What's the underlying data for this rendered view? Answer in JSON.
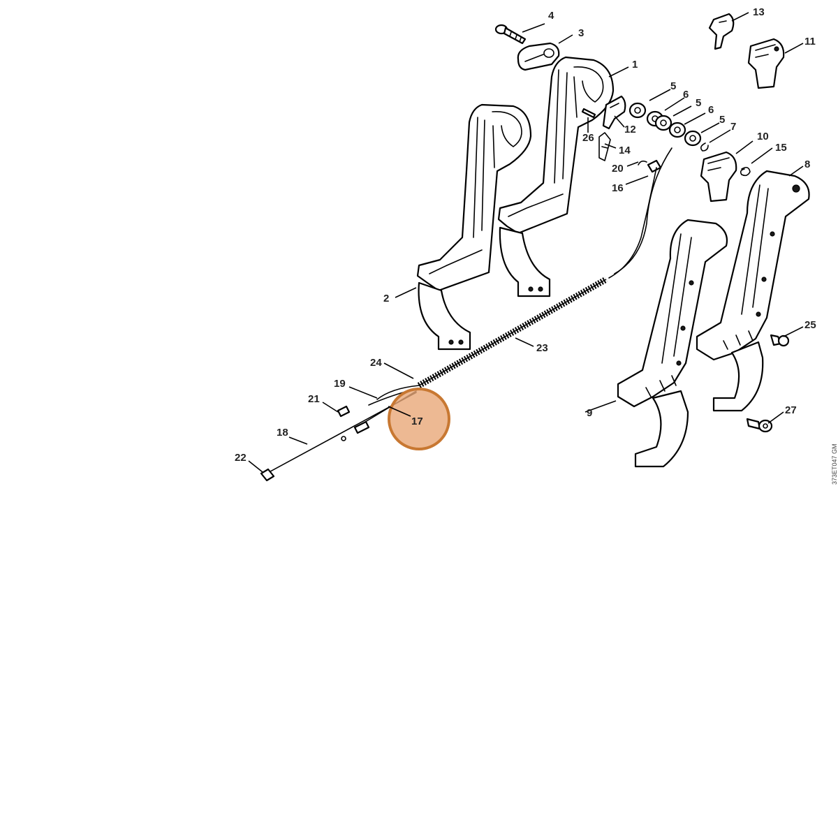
{
  "drawing_code": "373ET047 GM",
  "highlight": {
    "label": "17",
    "color": "#e8a878",
    "border_color": "#c87832"
  },
  "callouts": [
    {
      "label": "1"
    },
    {
      "label": "2"
    },
    {
      "label": "3"
    },
    {
      "label": "4"
    },
    {
      "label": "5"
    },
    {
      "label": "6"
    },
    {
      "label": "5"
    },
    {
      "label": "6"
    },
    {
      "label": "5"
    },
    {
      "label": "7"
    },
    {
      "label": "8"
    },
    {
      "label": "9"
    },
    {
      "label": "10"
    },
    {
      "label": "11"
    },
    {
      "label": "12"
    },
    {
      "label": "13"
    },
    {
      "label": "14"
    },
    {
      "label": "15"
    },
    {
      "label": "16"
    },
    {
      "label": "17"
    },
    {
      "label": "18"
    },
    {
      "label": "19"
    },
    {
      "label": "20"
    },
    {
      "label": "21"
    },
    {
      "label": "22"
    },
    {
      "label": "23"
    },
    {
      "label": "24"
    },
    {
      "label": "25"
    },
    {
      "label": "26"
    },
    {
      "label": "27"
    }
  ]
}
